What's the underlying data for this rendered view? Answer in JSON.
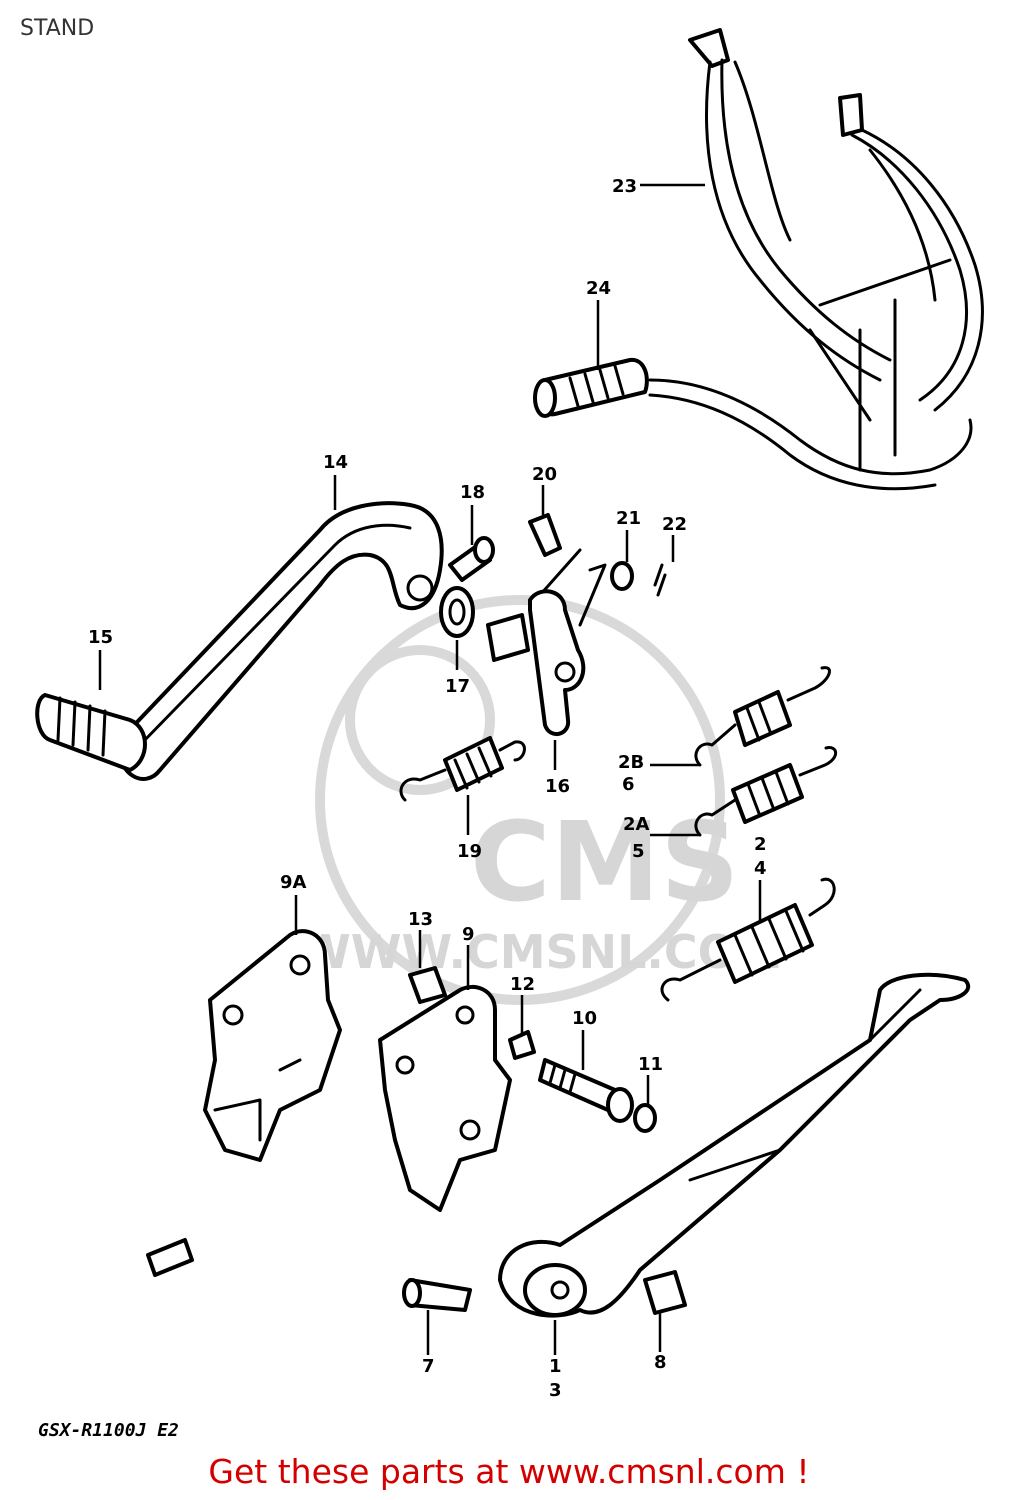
{
  "page_title": "STAND",
  "model_code": "GSX-R1100J E2",
  "footer": "Get these parts at www.cmsnl.com !",
  "watermark": {
    "logo_text": "CMS",
    "url_text": "WWW.CMSNL.COM"
  },
  "labels": {
    "p1": "1",
    "p3": "3",
    "p7": "7",
    "p8": "8",
    "p9a": "9A",
    "p9": "9",
    "p10": "10",
    "p11": "11",
    "p12": "12",
    "p13": "13",
    "p2": "2",
    "p4": "4",
    "p2a": "2A",
    "p5": "5",
    "p2b": "2B",
    "p6": "6",
    "p14": "14",
    "p15": "15",
    "p16": "16",
    "p17": "17",
    "p18": "18",
    "p19": "19",
    "p20": "20",
    "p21": "21",
    "p22": "22",
    "p23": "23",
    "p24": "24"
  },
  "colors": {
    "footer": "#d40000",
    "line": "#000000",
    "watermark": "#d9d9d9"
  }
}
